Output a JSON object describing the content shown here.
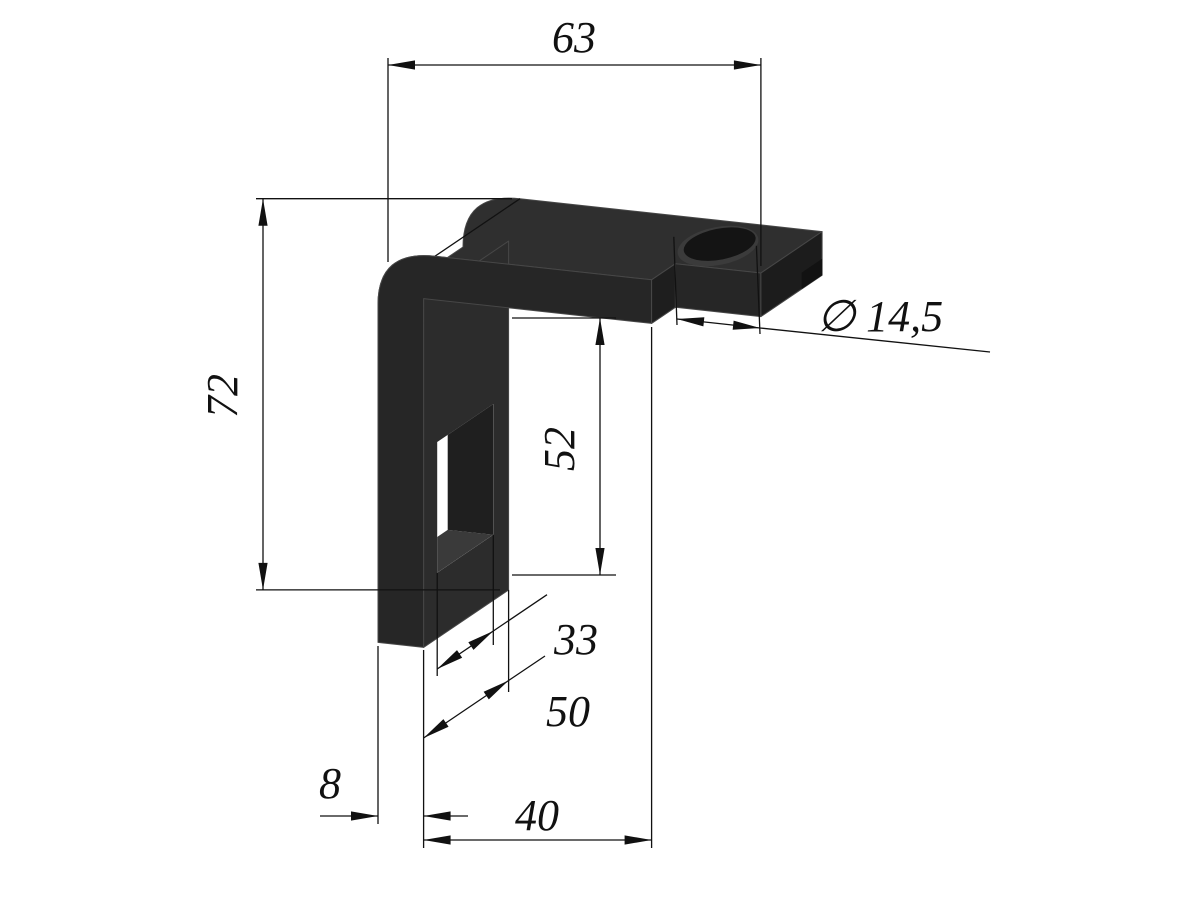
{
  "drawing": {
    "type": "technical-drawing",
    "subject": "L-shaped corner bracket, axonometric view",
    "background_color": "#ffffff",
    "part_color": "#2a2a2a",
    "line_color": "#111111",
    "dimensions": {
      "top_width": "63",
      "height": "72",
      "inner_height": "52",
      "cutout_width": "33",
      "depth": "50",
      "thickness": "8",
      "bottom_width": "40",
      "hole_diameter": "∅ 14,5"
    }
  }
}
